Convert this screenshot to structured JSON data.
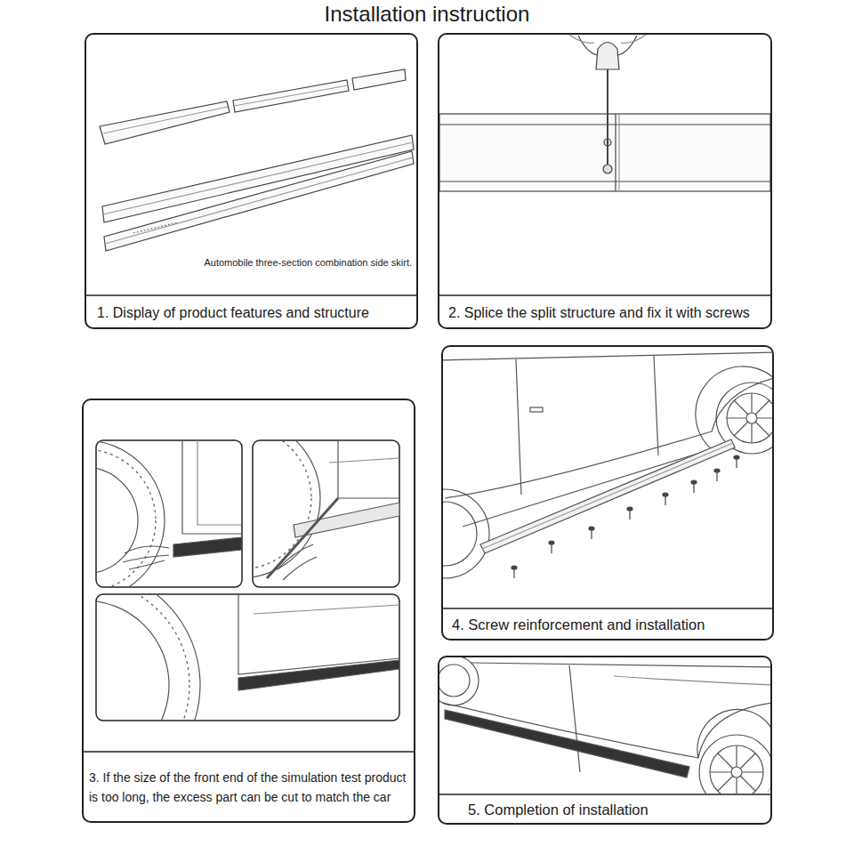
{
  "diagram": {
    "title": "Installation instruction",
    "nodes": [
      {
        "text": [
          "Automobile three-section combination side skirt.",
          "1. Display of product features and structure"
        ]
      },
      {
        "text": [
          "2. Splice the split structure and fix it with screws"
        ]
      },
      {
        "text": [
          "3. If the size of the front end of the simulation test product is too long, the excess part can be cut to match the car"
        ]
      },
      {
        "text": [
          "4. Screw reinforcement and installation"
        ]
      },
      {
        "text": [
          "5. Completion of installation"
        ]
      }
    ]
  }
}
